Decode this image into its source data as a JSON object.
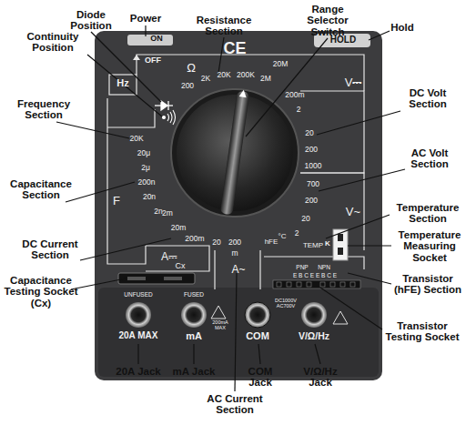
{
  "diagram": {
    "labels": [
      "Diode Position",
      "Power",
      "Resistance Section",
      "Range Selector Switch",
      "Hold",
      "Continuity Position",
      "Frequency Section",
      "DC Volt Section",
      "AC Volt Section",
      "Capacitance Section",
      "Temperature Section",
      "Temperature Measuring Socket",
      "DC Current Section",
      "Transistor (hFE) Section",
      "Capacitance Testing Socket (Cx)",
      "Transistor Testing Socket",
      "20A Jack",
      "mA Jack",
      "COM Jack",
      "V/Ω/Hz Jack",
      "AC Current Section",
      "ON",
      "OFF",
      "HOLD",
      "CE",
      "Ω",
      "200",
      "2K",
      "20K",
      "200K",
      "2M",
      "20M",
      "200m",
      "2",
      "20",
      "200",
      "1000",
      "V⎓",
      "700",
      "200",
      "20",
      "2",
      "V~",
      "TEMP",
      "°C",
      "K",
      "hFE",
      "20",
      "200",
      "m",
      "A~",
      "200m",
      "20m",
      "2m",
      "A⎓",
      "2n",
      "20n",
      "200n",
      "2μ",
      "20μ",
      "F",
      "20K",
      "Hz",
      "Cx",
      "UNFUSED",
      "FUSED",
      "20A MAX",
      "200mA MAX",
      "mA",
      "COM",
      "DC1000V AC700V",
      "V/Ω/Hz",
      "PNP",
      "NPN",
      "E B C E E B C E"
    ]
  }
}
